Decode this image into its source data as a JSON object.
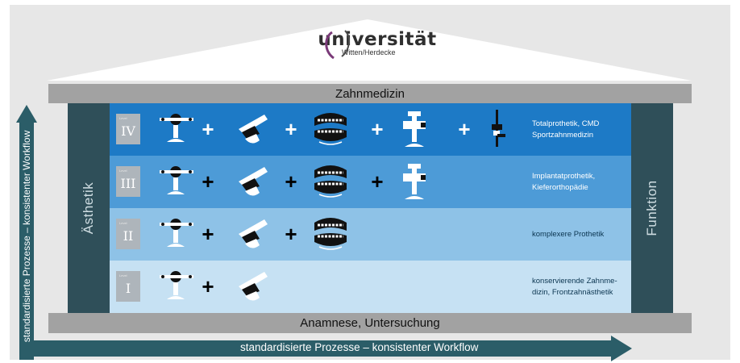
{
  "logo": {
    "name": "universität",
    "sub": "Witten/Herdecke"
  },
  "house": {
    "top_beam": "Zahnmedizin",
    "bottom_beam": "Anamnese, Untersuchung",
    "left_pillar": "Ästhetik",
    "right_pillar": "Funktion"
  },
  "levels": [
    {
      "numeral": "IV",
      "tag": "Level",
      "description": "Totalprothetik, CMD Sportzahnmedizin",
      "tools": [
        "facebow-icon",
        "articulator-icon",
        "dentures-icon",
        "cbct-scanner-icon",
        "condylograph-icon"
      ]
    },
    {
      "numeral": "III",
      "tag": "Level",
      "description": "Implantatprothetik, Kieferorthopädie",
      "tools": [
        "facebow-icon",
        "articulator-icon",
        "dentures-icon",
        "cbct-scanner-icon"
      ]
    },
    {
      "numeral": "II",
      "tag": "Level",
      "description": "komplexere Prothetik",
      "tools": [
        "facebow-icon",
        "articulator-icon",
        "dentures-icon"
      ]
    },
    {
      "numeral": "I",
      "tag": "Level",
      "description": "konservierende Zahnme-dizin, Frontzahnästhetik",
      "tools": [
        "facebow-icon",
        "articulator-icon"
      ]
    }
  ],
  "plus_sign": "+",
  "axes": {
    "horizontal": "standardisierte Prozesse – konsistenter Workflow",
    "vertical": "standardisierte Prozesse – konsistenter Workflow"
  },
  "colors": {
    "level4": "#1d7ac6",
    "level3": "#4d9bd7",
    "level2": "#8ec2e7",
    "level1": "#c6e1f3",
    "pillar": "#2f4f59",
    "beam": "#a2a2a2",
    "arrow": "#2b5d68"
  }
}
